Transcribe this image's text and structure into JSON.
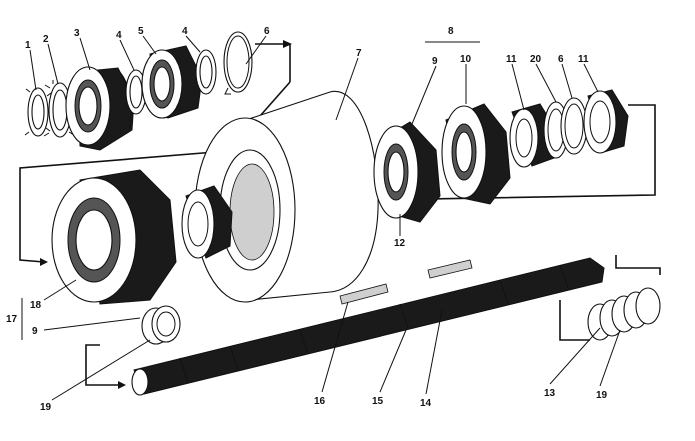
{
  "diagram": {
    "labels": {
      "l1": "1",
      "l2": "2",
      "l3": "3",
      "l4a": "4",
      "l5": "5",
      "l4b": "4",
      "l6a": "6",
      "l7": "7",
      "l8": "8",
      "l9a": "9",
      "l10": "10",
      "l11a": "11",
      "l20": "20",
      "l6b": "6",
      "l11b": "11",
      "l12": "12",
      "l18": "18",
      "l17": "17",
      "l9b": "9",
      "l19a": "19",
      "l16": "16",
      "l15": "15",
      "l14": "14",
      "l13": "13",
      "l19b": "19"
    }
  }
}
